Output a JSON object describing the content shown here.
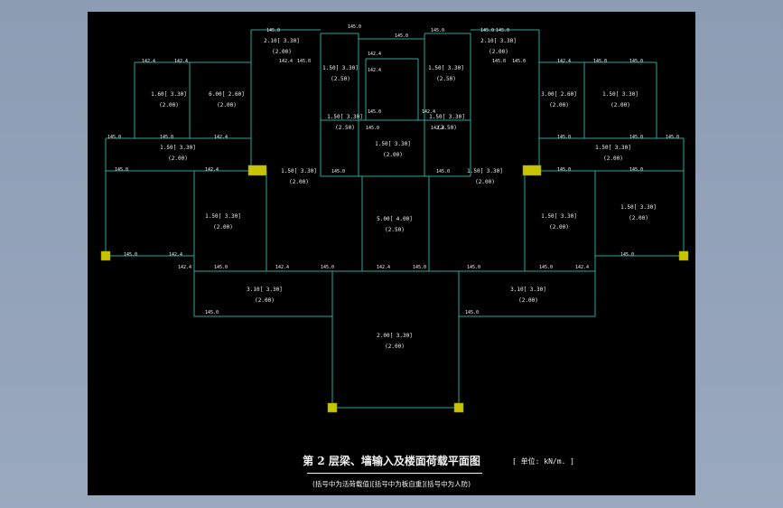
{
  "drawing": {
    "title": "第 2 层梁、墙输入及楼面荷载平面图",
    "units": "[ 单位: kN/m. ]",
    "subtitle": "(括号中为活荷载值)[括号中为板自重](括号中为人防)"
  },
  "rooms": [
    {
      "load": "2.10[ 3.30]",
      "live": "(2.00)"
    },
    {
      "load": "1.50[ 3.30]",
      "live": "(2.50)"
    },
    {
      "load": "1.50[ 3.30]",
      "live": "(2.50)"
    },
    {
      "load": "2.10[ 3.30]",
      "live": "(2.00)"
    },
    {
      "load": "1.60[ 3.30]",
      "live": "(2.00)"
    },
    {
      "load": "6.00[ 2.60]",
      "live": "(2.00)"
    },
    {
      "load": "3.00[ 2.60]",
      "live": "(2.00)"
    },
    {
      "load": "1.50[ 3.30]",
      "live": "(2.00)"
    },
    {
      "load": "1.50[ 3.30]",
      "live": "(2.50)"
    },
    {
      "load": "1.50[ 3.30]",
      "live": "(2.50)"
    },
    {
      "load": "1.50[ 3.30]",
      "live": "(2.00)"
    },
    {
      "load": "1.50[ 3.30]",
      "live": "(2.00)"
    },
    {
      "load": "1.50[ 3.30]",
      "live": "(2.00)"
    },
    {
      "load": "1.50[ 3.30]",
      "live": "(2.00)"
    },
    {
      "load": "1.50[ 3.30]",
      "live": "(2.00)"
    },
    {
      "load": "5.00[ 4.00]",
      "live": "(2.50)"
    },
    {
      "load": "1.50[ 3.30]",
      "live": "(2.00)"
    },
    {
      "load": "1.50[ 3.30]",
      "live": "(2.00)"
    },
    {
      "load": "1.50[ 3.30]",
      "live": "(2.00)"
    },
    {
      "load": "3.10[ 3.30]",
      "live": "(2.00)"
    },
    {
      "load": "3.10[ 3.30]",
      "live": "(2.00)"
    },
    {
      "load": "2.00[ 3.30]",
      "live": "(2.00)"
    }
  ],
  "wall_loads": [
    "145.0",
    "142.4",
    "145.0",
    "145.0",
    "142.4",
    "142.4",
    "145.0",
    "145.0",
    "145.0",
    "145.0",
    "145.0",
    "142.4",
    "145.0",
    "145.0",
    "142.4",
    "145.0",
    "142.4",
    "145.0",
    "145.0",
    "142.4",
    "145.0",
    "145.0",
    "145.0",
    "145.0",
    "145.0",
    "145.0",
    "142.4",
    "142.4",
    "145.0",
    "142.4",
    "145.0",
    "142.4",
    "145.0",
    "145.0",
    "145.0",
    "142.4",
    "145.0",
    "145.0",
    "145.0",
    "145.0",
    "142.4",
    "145.0",
    "142.4",
    "145.0",
    "145.0",
    "145.0",
    "142.4"
  ]
}
